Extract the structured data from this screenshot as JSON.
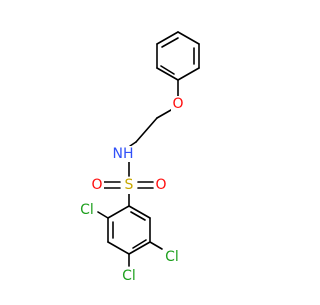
{
  "molecule": {
    "colors": {
      "bond": "#000000",
      "oxygen": "#ff0d0d",
      "nitrogen": "#3050f8",
      "sulfur": "#c8a800",
      "chlorine": "#1fa01f",
      "hydrogen": "#000000"
    },
    "labels": {
      "ether_oxygen": "O",
      "amine_nh": "NH",
      "sulfur": "S",
      "sulfonyl_oxygen_left": "O",
      "sulfonyl_oxygen_right": "O",
      "chlorine_2": "Cl",
      "chlorine_4": "Cl",
      "chlorine_5": "Cl"
    }
  }
}
